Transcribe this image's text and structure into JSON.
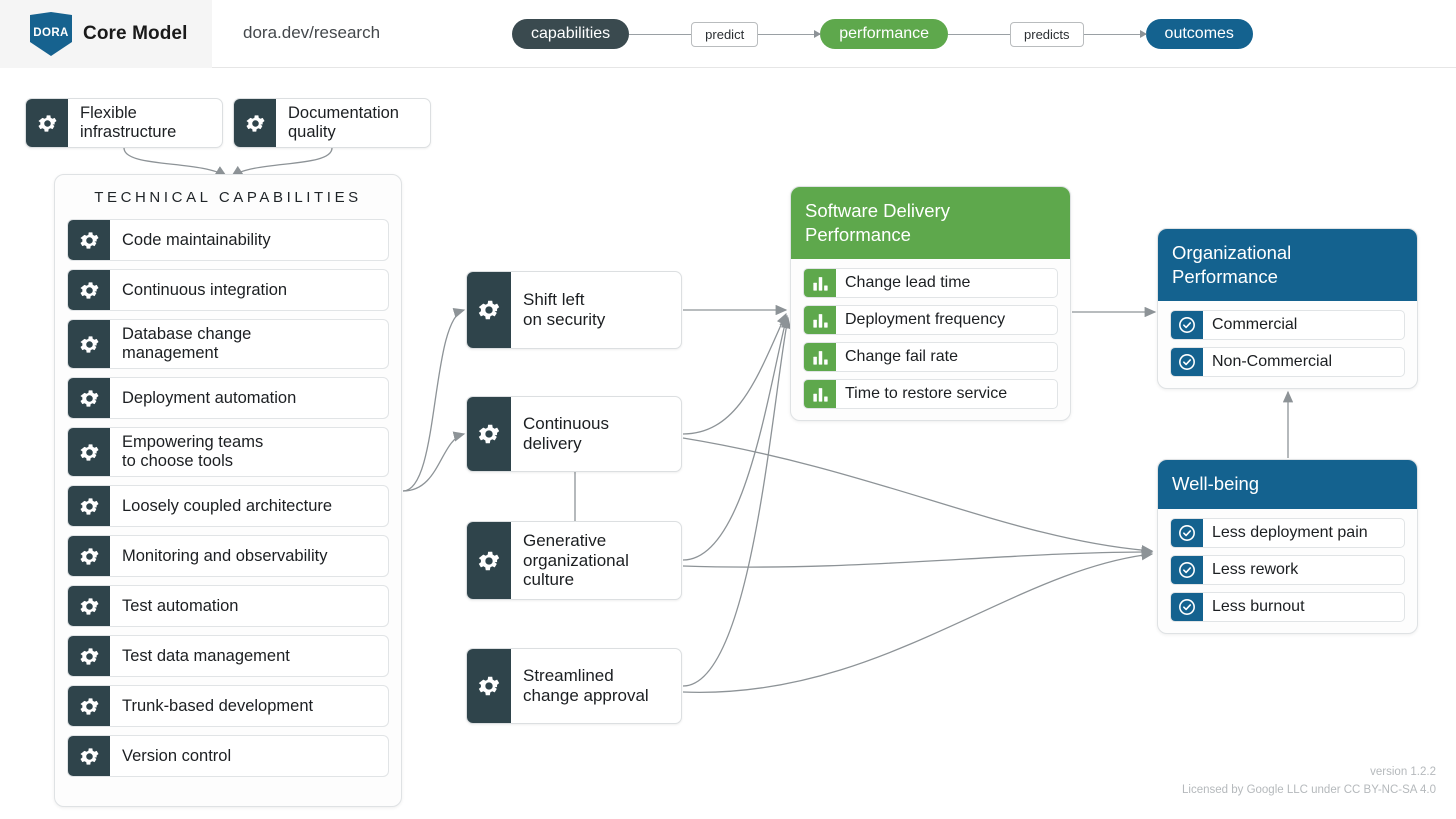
{
  "header": {
    "brand_title": "Core Model",
    "logo_text": "DORA",
    "logo_icon": "dora-banner-logo",
    "url": "dora.dev/research",
    "pipeline": [
      {
        "label": "capabilities",
        "type": "pill",
        "color": "#3a4a4f"
      },
      {
        "label": "predict",
        "type": "box"
      },
      {
        "label": "performance",
        "type": "pill",
        "color": "#5ea84c"
      },
      {
        "label": "predicts",
        "type": "box"
      },
      {
        "label": "outcomes",
        "type": "pill",
        "color": "#14628f"
      }
    ]
  },
  "top_cards": [
    {
      "label": "Flexible\ninfrastructure",
      "icon": "gear-icon"
    },
    {
      "label": "Documentation\nquality",
      "icon": "gear-icon"
    }
  ],
  "technical_capabilities": {
    "title": "TECHNICAL CAPABILITIES",
    "items": [
      {
        "label": "Code maintainability",
        "icon": "gear-icon"
      },
      {
        "label": "Continuous integration",
        "icon": "gear-icon"
      },
      {
        "label": "Database change\nmanagement",
        "icon": "gear-icon"
      },
      {
        "label": "Deployment automation",
        "icon": "gear-icon"
      },
      {
        "label": "Empowering teams\nto choose tools",
        "icon": "gear-icon"
      },
      {
        "label": "Loosely coupled architecture",
        "icon": "gear-icon"
      },
      {
        "label": "Monitoring and observability",
        "icon": "gear-icon"
      },
      {
        "label": "Test automation",
        "icon": "gear-icon"
      },
      {
        "label": "Test data management",
        "icon": "gear-icon"
      },
      {
        "label": "Trunk-based development",
        "icon": "gear-icon"
      },
      {
        "label": "Version control",
        "icon": "gear-icon"
      }
    ]
  },
  "middle_cards": [
    {
      "label": "Shift left\non security",
      "icon": "gear-icon"
    },
    {
      "label": "Continuous\ndelivery",
      "icon": "gear-icon"
    },
    {
      "label": "Generative\norganizational\nculture",
      "icon": "gear-icon"
    },
    {
      "label": "Streamlined\nchange approval",
      "icon": "gear-icon"
    }
  ],
  "software_delivery_performance": {
    "title": "Software Delivery\nPerformance",
    "color": "#5ea84c",
    "items": [
      {
        "label": "Change lead time",
        "icon": "bar-chart-icon"
      },
      {
        "label": "Deployment frequency",
        "icon": "bar-chart-icon"
      },
      {
        "label": "Change fail rate",
        "icon": "bar-chart-icon"
      },
      {
        "label": "Time to restore service",
        "icon": "bar-chart-icon"
      }
    ]
  },
  "organizational_performance": {
    "title": "Organizational\nPerformance",
    "color": "#14628f",
    "items": [
      {
        "label": "Commercial",
        "icon": "check-circle-icon"
      },
      {
        "label": "Non-Commercial",
        "icon": "check-circle-icon"
      }
    ]
  },
  "well_being": {
    "title": "Well-being",
    "color": "#14628f",
    "items": [
      {
        "label": "Less deployment pain",
        "icon": "check-circle-icon"
      },
      {
        "label": "Less rework",
        "icon": "check-circle-icon"
      },
      {
        "label": "Less burnout",
        "icon": "check-circle-icon"
      }
    ]
  },
  "footer": {
    "version": "version 1.2.2",
    "license": "Licensed by Google LLC under CC BY-NC-SA 4.0"
  }
}
